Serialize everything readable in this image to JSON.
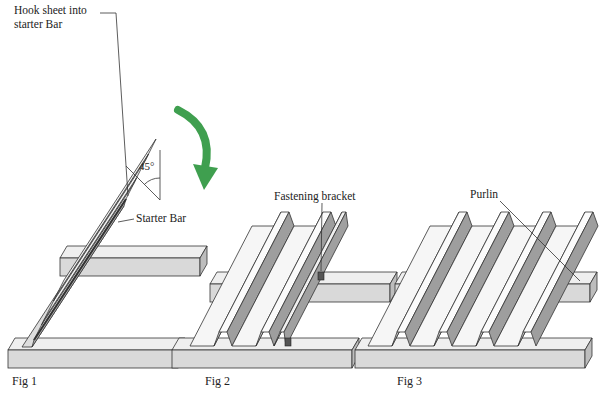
{
  "diagram": {
    "labels": [
      "Hook sheet into starter Bar",
      "45°",
      "Starter Bar",
      "Fastening bracket",
      "Purlin",
      "Fig 1",
      "Fig 2",
      "Fig 3"
    ]
  }
}
